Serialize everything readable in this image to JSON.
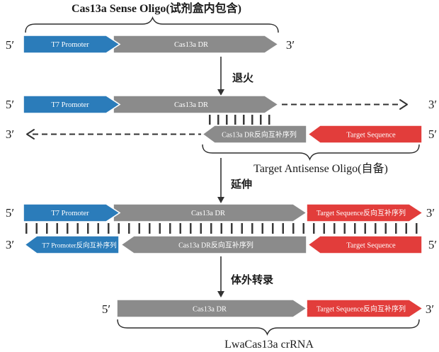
{
  "figure": {
    "title": "Cas13a Sense Oligo(试剂盒内包含)",
    "antisense_label": "Target Antisense Oligo(自备)",
    "product_label": "LwaCas13a crRNA"
  },
  "steps": {
    "anneal": "退火",
    "extend": "延伸",
    "transcribe": "体外转录"
  },
  "segments": {
    "t7_promoter": "T7 Promoter",
    "t7_promoter_rc": "T7 Promoter反向互补序列",
    "cas13a_dr": "Cas13a DR",
    "cas13a_dr_rc": "Cas13a DR反向互补序列",
    "target_seq": "Target Sequence",
    "target_seq_rc": "Target Sequence反向互补序列"
  },
  "termini": {
    "five": "5′",
    "three": "3′"
  },
  "colors": {
    "promoter_blue": "#2b7cba",
    "dr_gray": "#8b8b8b",
    "target_red": "#e23d3b",
    "ink": "#333333"
  }
}
